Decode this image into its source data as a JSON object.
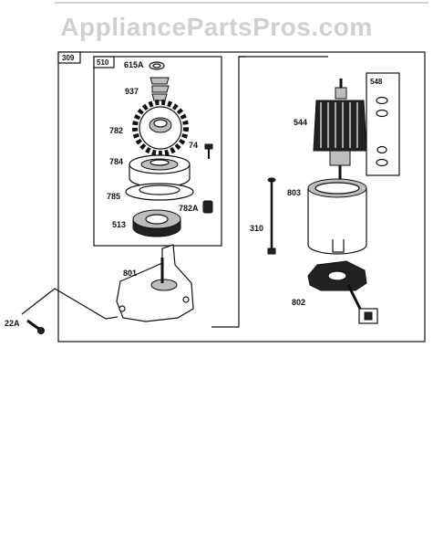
{
  "watermark": "AppliancePartsPros.com",
  "labels": {
    "box_309": "309",
    "box_510": "510",
    "box_548": "548",
    "p615A": "615A",
    "p937": "937",
    "p782": "782",
    "p74": "74",
    "p784": "784",
    "p785": "785",
    "p782A": "782A",
    "p513": "513",
    "p801": "801",
    "p22A": "22A",
    "p544": "544",
    "p803": "803",
    "p310": "310",
    "p802": "802"
  }
}
